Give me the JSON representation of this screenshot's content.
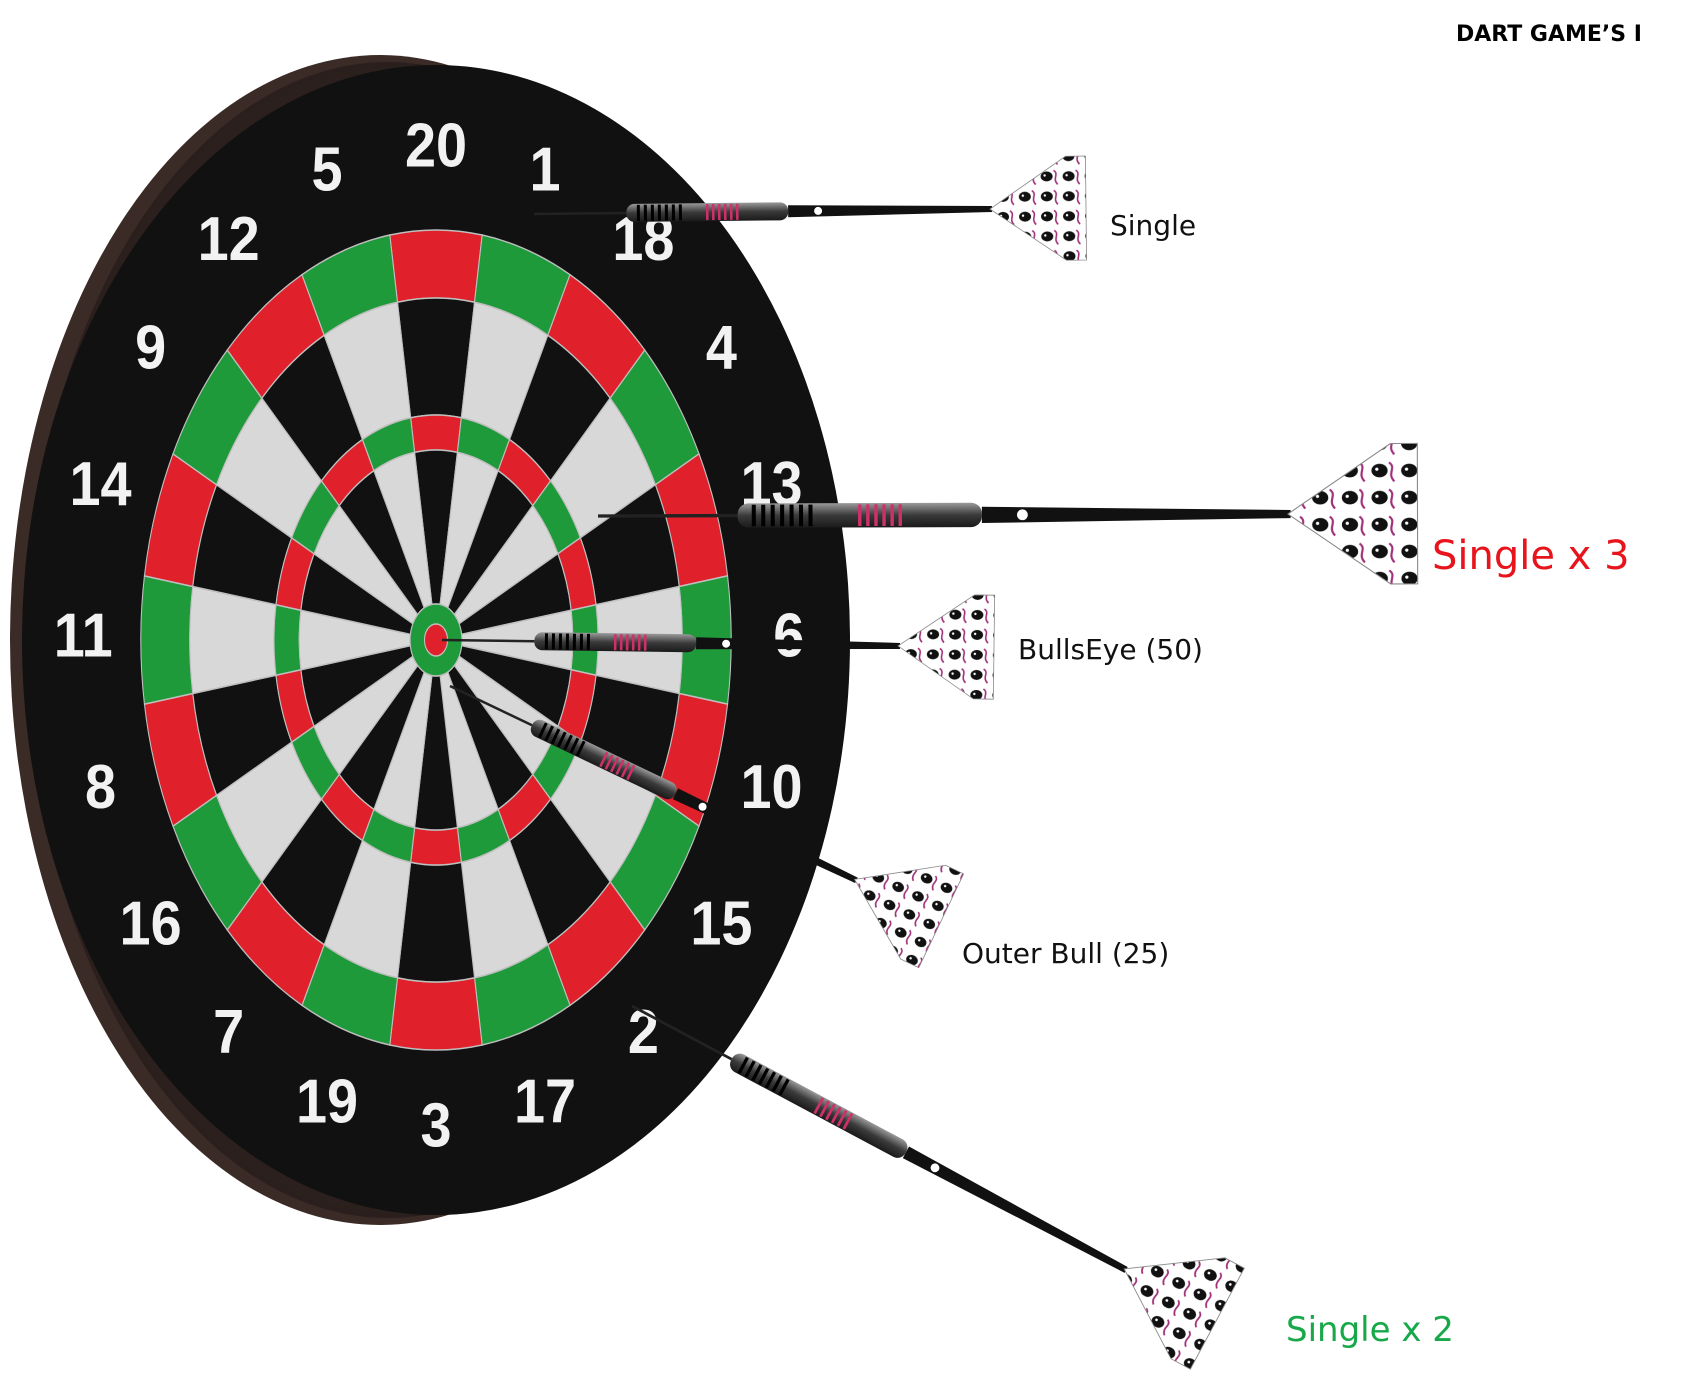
{
  "title": "DART GAME’S I",
  "board": {
    "numbers": [
      "20",
      "1",
      "18",
      "4",
      "13",
      "6",
      "10",
      "15",
      "2",
      "17",
      "3",
      "19",
      "7",
      "16",
      "8",
      "11",
      "14",
      "9",
      "12",
      "5"
    ]
  },
  "labels": {
    "single": "Single",
    "triple": "Single x 3",
    "bullseye": "BullsEye (50)",
    "outer_bull": "Outer Bull (25)",
    "double": "Single x 2"
  },
  "colors": {
    "board_black": "#111111",
    "board_light": "#d8d8d8",
    "ring_red": "#e0202a",
    "ring_green": "#1f9a3a",
    "triple_label": "#e8141c",
    "double_label": "#17a84a",
    "default_label": "#111111"
  }
}
